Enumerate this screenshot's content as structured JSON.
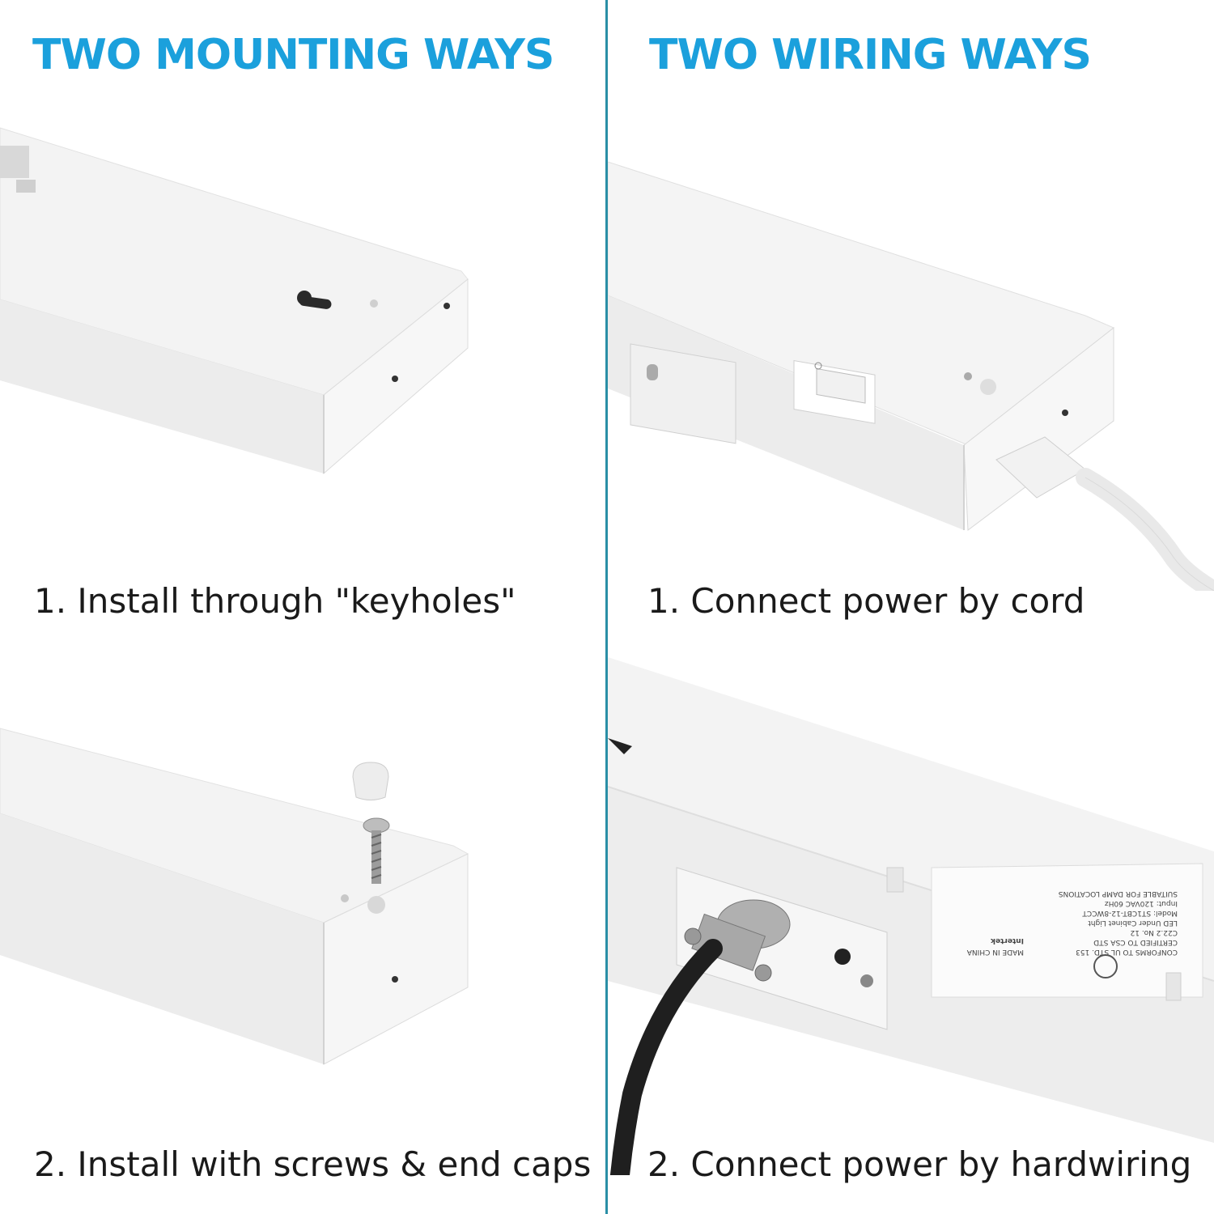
{
  "left": {
    "heading": "TWO MOUNTING WAYS",
    "step1": "1. Install through \"keyholes\"",
    "step2": "2. Install with screws & end caps"
  },
  "right": {
    "heading": "TWO WIRING WAYS",
    "step1": "1. Connect power by cord",
    "step2": "2. Connect power by hardwiring"
  },
  "label": {
    "line1": "CONFORMS TO UL STD. 153",
    "line2": "CERTIFIED TO CSA STD",
    "line3": "C22.2 No. 12",
    "line4": "LED Under Cabinet Light",
    "line5": "Model: ST1CBT-12-8WCCT",
    "line6": "Input: 120VAC 60Hz",
    "line7": "SUITABLE FOR DAMP LOCATIONS",
    "line8": "MADE IN CHINA",
    "brand": "Intertek"
  },
  "colors": {
    "heading": "#1ba0dc",
    "divider": "#2a8fa6"
  }
}
